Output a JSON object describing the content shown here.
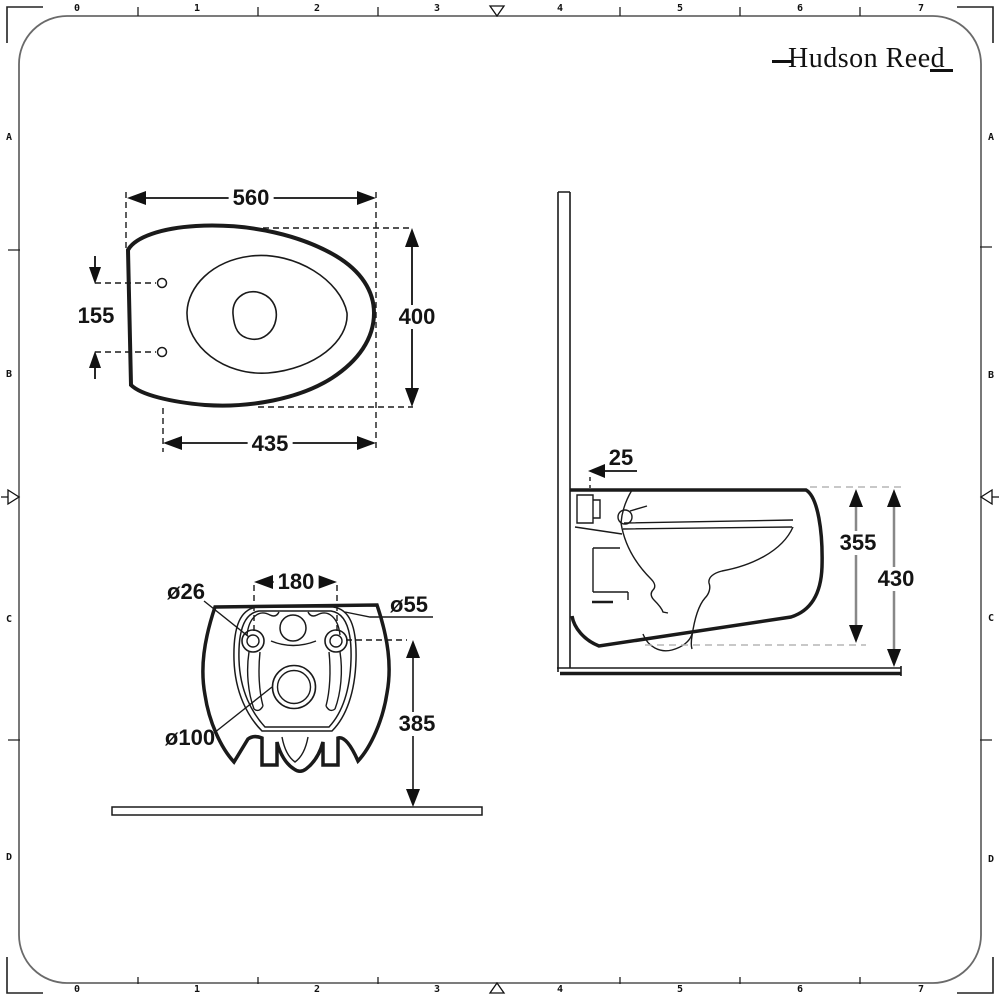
{
  "logo": {
    "text": "Hudson Reed"
  },
  "frame": {
    "top_ruler_numbers": [
      "0",
      "1",
      "2",
      "3",
      "4",
      "5",
      "6",
      "7"
    ],
    "bottom_ruler_numbers": [
      "0",
      "1",
      "2",
      "3",
      "4",
      "5",
      "6",
      "7"
    ],
    "left_ruler_letters": [
      "A",
      "B",
      "C",
      "D"
    ],
    "right_ruler_letters": [
      "A",
      "B",
      "C",
      "D"
    ]
  },
  "drawing": {
    "top_view": {
      "overall_width": "560",
      "overall_depth": "400",
      "hinge_hole_spacing": "155",
      "seat_length": "435"
    },
    "rear_view": {
      "fixing_hole_diameter": "ø26",
      "fixing_hole_centres": "180",
      "inlet_diameter": "ø55",
      "outlet_diameter": "ø100",
      "inlet_height_from_floor": "385"
    },
    "side_view": {
      "wall_gap": "25",
      "underside_height": "355",
      "rim_height": "430"
    }
  },
  "colors": {
    "line": "#1a1a1a",
    "frame_line": "#6a6a6a",
    "dashed_gray": "#b5b5b5",
    "background": "#ffffff"
  }
}
